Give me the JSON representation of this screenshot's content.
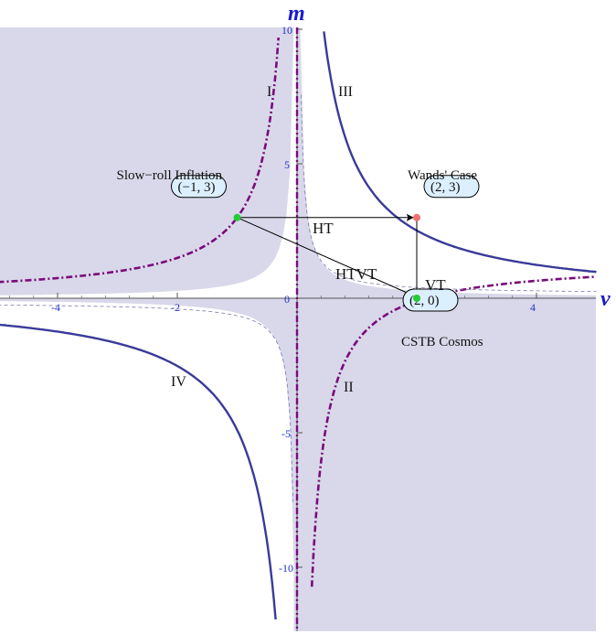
{
  "axes": {
    "x_label": "ν",
    "y_label": "m",
    "x_ticks": [
      {
        "value": -4,
        "label": "-4"
      },
      {
        "value": -2,
        "label": "-2"
      },
      {
        "value": 2,
        "label": "2"
      },
      {
        "value": 4,
        "label": "4"
      }
    ],
    "y_ticks": [
      {
        "value": 10,
        "label": "10"
      },
      {
        "value": 5,
        "label": "5"
      },
      {
        "value": 0,
        "label": "0"
      },
      {
        "value": -5,
        "label": "-5"
      },
      {
        "value": -10,
        "label": "-10"
      }
    ]
  },
  "regions": {
    "I": "I",
    "II": "II",
    "III": "III",
    "IV": "IV"
  },
  "points": [
    {
      "id": "slow-roll",
      "label": "(−1, 3)",
      "caption": "Slow−roll Inflation",
      "x": -1,
      "y": 3,
      "color": "#22cc33"
    },
    {
      "id": "wands",
      "label": "(2, 3)",
      "caption": "Wands' Case",
      "x": 2,
      "y": 3,
      "color": "#f07070"
    },
    {
      "id": "cstb",
      "label": "(2, 0)",
      "caption": "CSTB Cosmos",
      "x": 2,
      "y": 0,
      "color": "#22cc33"
    }
  ],
  "arrows": {
    "ht": "HT",
    "vt": "VT",
    "htvt": "HTVT"
  },
  "colors": {
    "shade": "#d9d8ea",
    "solid_curve": "#3a3a99",
    "dashed_curve": "#7a0a7a",
    "thin_dashed": "#7a7ab0",
    "tick_text": "#2233cc"
  }
}
